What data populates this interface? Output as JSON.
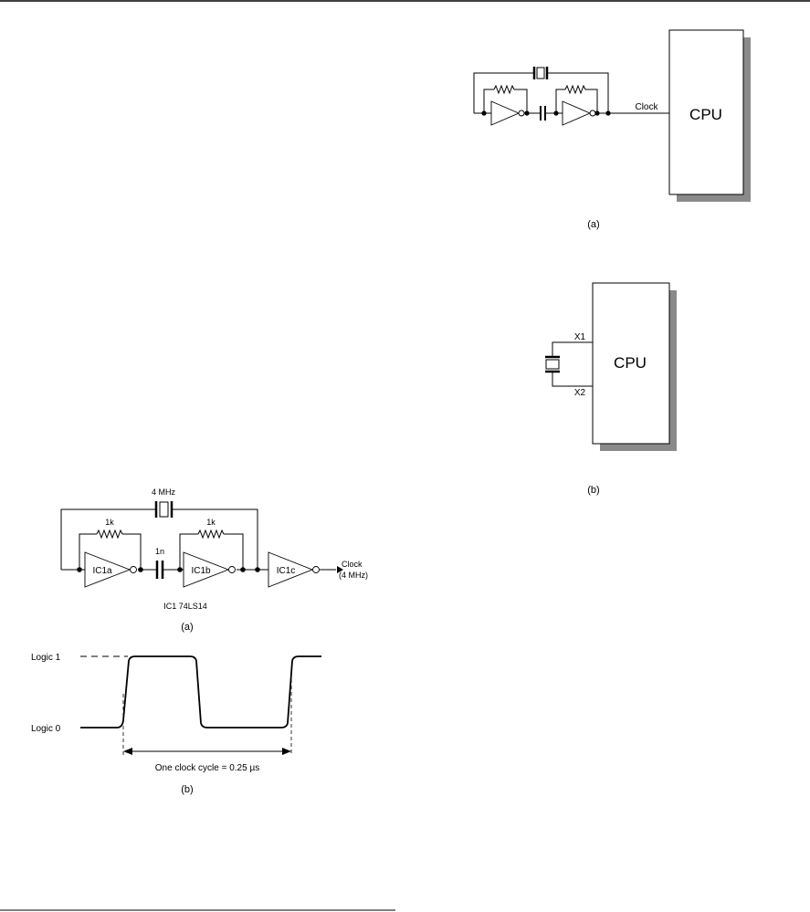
{
  "right_top": {
    "clock_label": "Clock",
    "cpu_label": "CPU",
    "caption": "(a)"
  },
  "right_bottom": {
    "x1_label": "X1",
    "x2_label": "X2",
    "cpu_label": "CPU",
    "caption": "(b)"
  },
  "left_circuit": {
    "crystal_label": "4 MHz",
    "resistor1_label": "1k",
    "resistor2_label": "1k",
    "capacitor_label": "1n",
    "gate1_label": "IC1a",
    "gate2_label": "IC1b",
    "gate3_label": "IC1c",
    "output_label_line1": "Clock",
    "output_label_line2": "(4 MHz)",
    "ic_label": "IC1 74LS14",
    "caption": "(a)"
  },
  "waveform": {
    "logic1_label": "Logic 1",
    "logic0_label": "Logic 0",
    "period_label": "One clock cycle = 0.25 µs",
    "caption": "(b)"
  },
  "colors": {
    "line": "#000000",
    "shadow": "#8a8a8a",
    "background": "#ffffff"
  }
}
